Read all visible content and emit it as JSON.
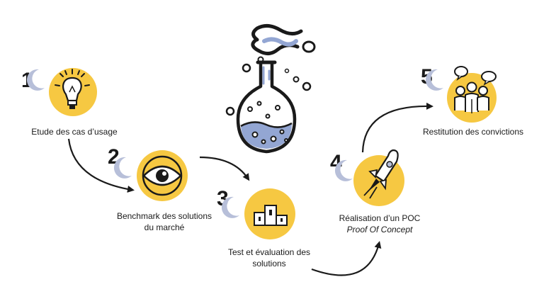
{
  "steps": [
    {
      "number": "1",
      "label": "Etude des cas d’usage",
      "icon": "lightbulb-icon"
    },
    {
      "number": "2",
      "label_lines": [
        "Benchmark des solutions",
        "du marché"
      ],
      "icon": "eye-icon"
    },
    {
      "number": "3",
      "label_lines": [
        "Test et évaluation des",
        "solutions"
      ],
      "icon": "podium-icon"
    },
    {
      "number": "4",
      "label": "Réalisation d’un POC",
      "sublabel": "Proof Of Concept",
      "icon": "rocket-icon"
    },
    {
      "number": "5",
      "label": "Restitution des convictions",
      "icon": "people-talking-icon"
    }
  ],
  "center_icon": "flask-icon",
  "colors": {
    "accent_yellow": "#f6c842",
    "moon_blue": "#b7bfd9",
    "ink": "#1a1a1a",
    "liquid_blue": "#93a6d3"
  }
}
